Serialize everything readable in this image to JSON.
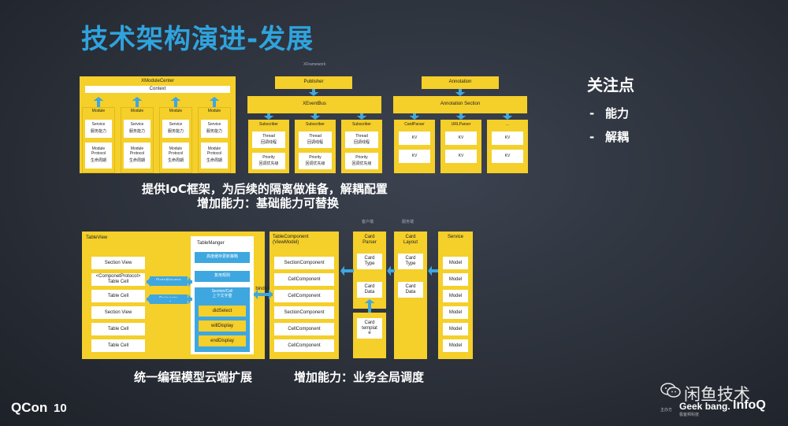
{
  "slide": {
    "title": "技术架构演进-发展",
    "focus": {
      "heading": "关注点",
      "items": [
        "能力",
        "解耦"
      ],
      "dash": "-"
    },
    "captions": {
      "top_line1": "提供IoC框架，为后续的隔离做准备，解耦配置",
      "top_line2": "增加能力：基础能力可替换",
      "bottom_left": "统一编程模型云端扩展",
      "bottom_right": "增加能力：业务全局调度"
    },
    "footer": {
      "qcon": "QCon",
      "qcon_mark": "10",
      "watermark": "闲鱼技术",
      "org_label": "主办方",
      "geekbang": "Geek bang.",
      "geekbang_sub": "极客邦科技",
      "infoq": "InfoQ"
    }
  },
  "top": {
    "framework_label": "XFramework",
    "module_center": {
      "title": "XModuleCenter",
      "context": "Context",
      "modules": [
        {
          "name": "Module",
          "service": "Service",
          "service_ability": "服务能力",
          "protocol": "Module Protocol",
          "lifecycle": "生命周期"
        },
        {
          "name": "Module",
          "service": "Service",
          "service_ability": "服务能力",
          "protocol": "Module Protocol",
          "lifecycle": "生命周期"
        },
        {
          "name": "Module",
          "service": "Service",
          "service_ability": "服务能力",
          "protocol": "Module Protocol",
          "lifecycle": "生命周期"
        },
        {
          "name": "Module",
          "service": "Service",
          "service_ability": "服务能力",
          "protocol": "Module Protocol",
          "lifecycle": "生命周期"
        }
      ]
    },
    "event_bus": {
      "publisher": "Publisher",
      "bus": "XEventBus",
      "subscribers": [
        {
          "name": "Subscriber",
          "thread": "Thread",
          "thread_cn": "回调线程",
          "priority": "Priority",
          "priority_cn": "回调优先级"
        },
        {
          "name": "Subscriber",
          "thread": "Thread",
          "thread_cn": "回调线程",
          "priority": "Priority",
          "priority_cn": "回调优先级"
        },
        {
          "name": "Subscriber",
          "thread": "Thread",
          "thread_cn": "回调线程",
          "priority": "Priority",
          "priority_cn": "回调优先级"
        }
      ]
    },
    "annotation": {
      "title": "Annotation",
      "section": "Annotation Section",
      "parsers": [
        {
          "name": "CardParser",
          "kv": [
            "KV",
            "KV"
          ]
        },
        {
          "name": "URLParser",
          "kv": [
            "KV",
            "KV"
          ]
        },
        {
          "name": "...",
          "kv": [
            "KV",
            "KV"
          ]
        }
      ]
    }
  },
  "bottom": {
    "tableview": {
      "title": "TableView",
      "cells": [
        "Section View",
        "<ComponetProtocol>\nTable Cell",
        "Table Cell",
        "Section View",
        "Table Cell",
        "Table Cell"
      ],
      "datasource": "DataSource",
      "delegate": "Delegate"
    },
    "tablemanager": {
      "title": "TableManger",
      "items": [
        "高度缓存更新策略",
        "复用规则"
      ],
      "section_cell": {
        "title": "Section/Cell\n上下文字重",
        "items": [
          "didSelect",
          "willDisplay",
          "endDisplay"
        ]
      }
    },
    "binding": "binding",
    "table_component": {
      "title": "TableComponent\n(ViewModel)",
      "items": [
        "SectionComponent",
        "CellComponent",
        "CellComponent",
        "SectionComponent",
        "CellComponent",
        "CellComponent"
      ]
    },
    "client_label": "客户端",
    "server_label": "服务端",
    "card_parser": {
      "title": "Card\nParser",
      "items": [
        "Card\nType",
        "Card\nData"
      ]
    },
    "card_template": "Card\ntemplat\ne",
    "card_layout": {
      "title": "Card\nLayout",
      "items": [
        "Card\nType",
        "Card\nData"
      ]
    },
    "service": {
      "title": "Service",
      "items": [
        "Model",
        "Model",
        "Model",
        "Model",
        "Model",
        "Model"
      ]
    }
  },
  "colors": {
    "title": "#2fa3dd",
    "box": "#f5cf2a",
    "accent": "#3ea7e0",
    "background": "#2a2f38"
  }
}
